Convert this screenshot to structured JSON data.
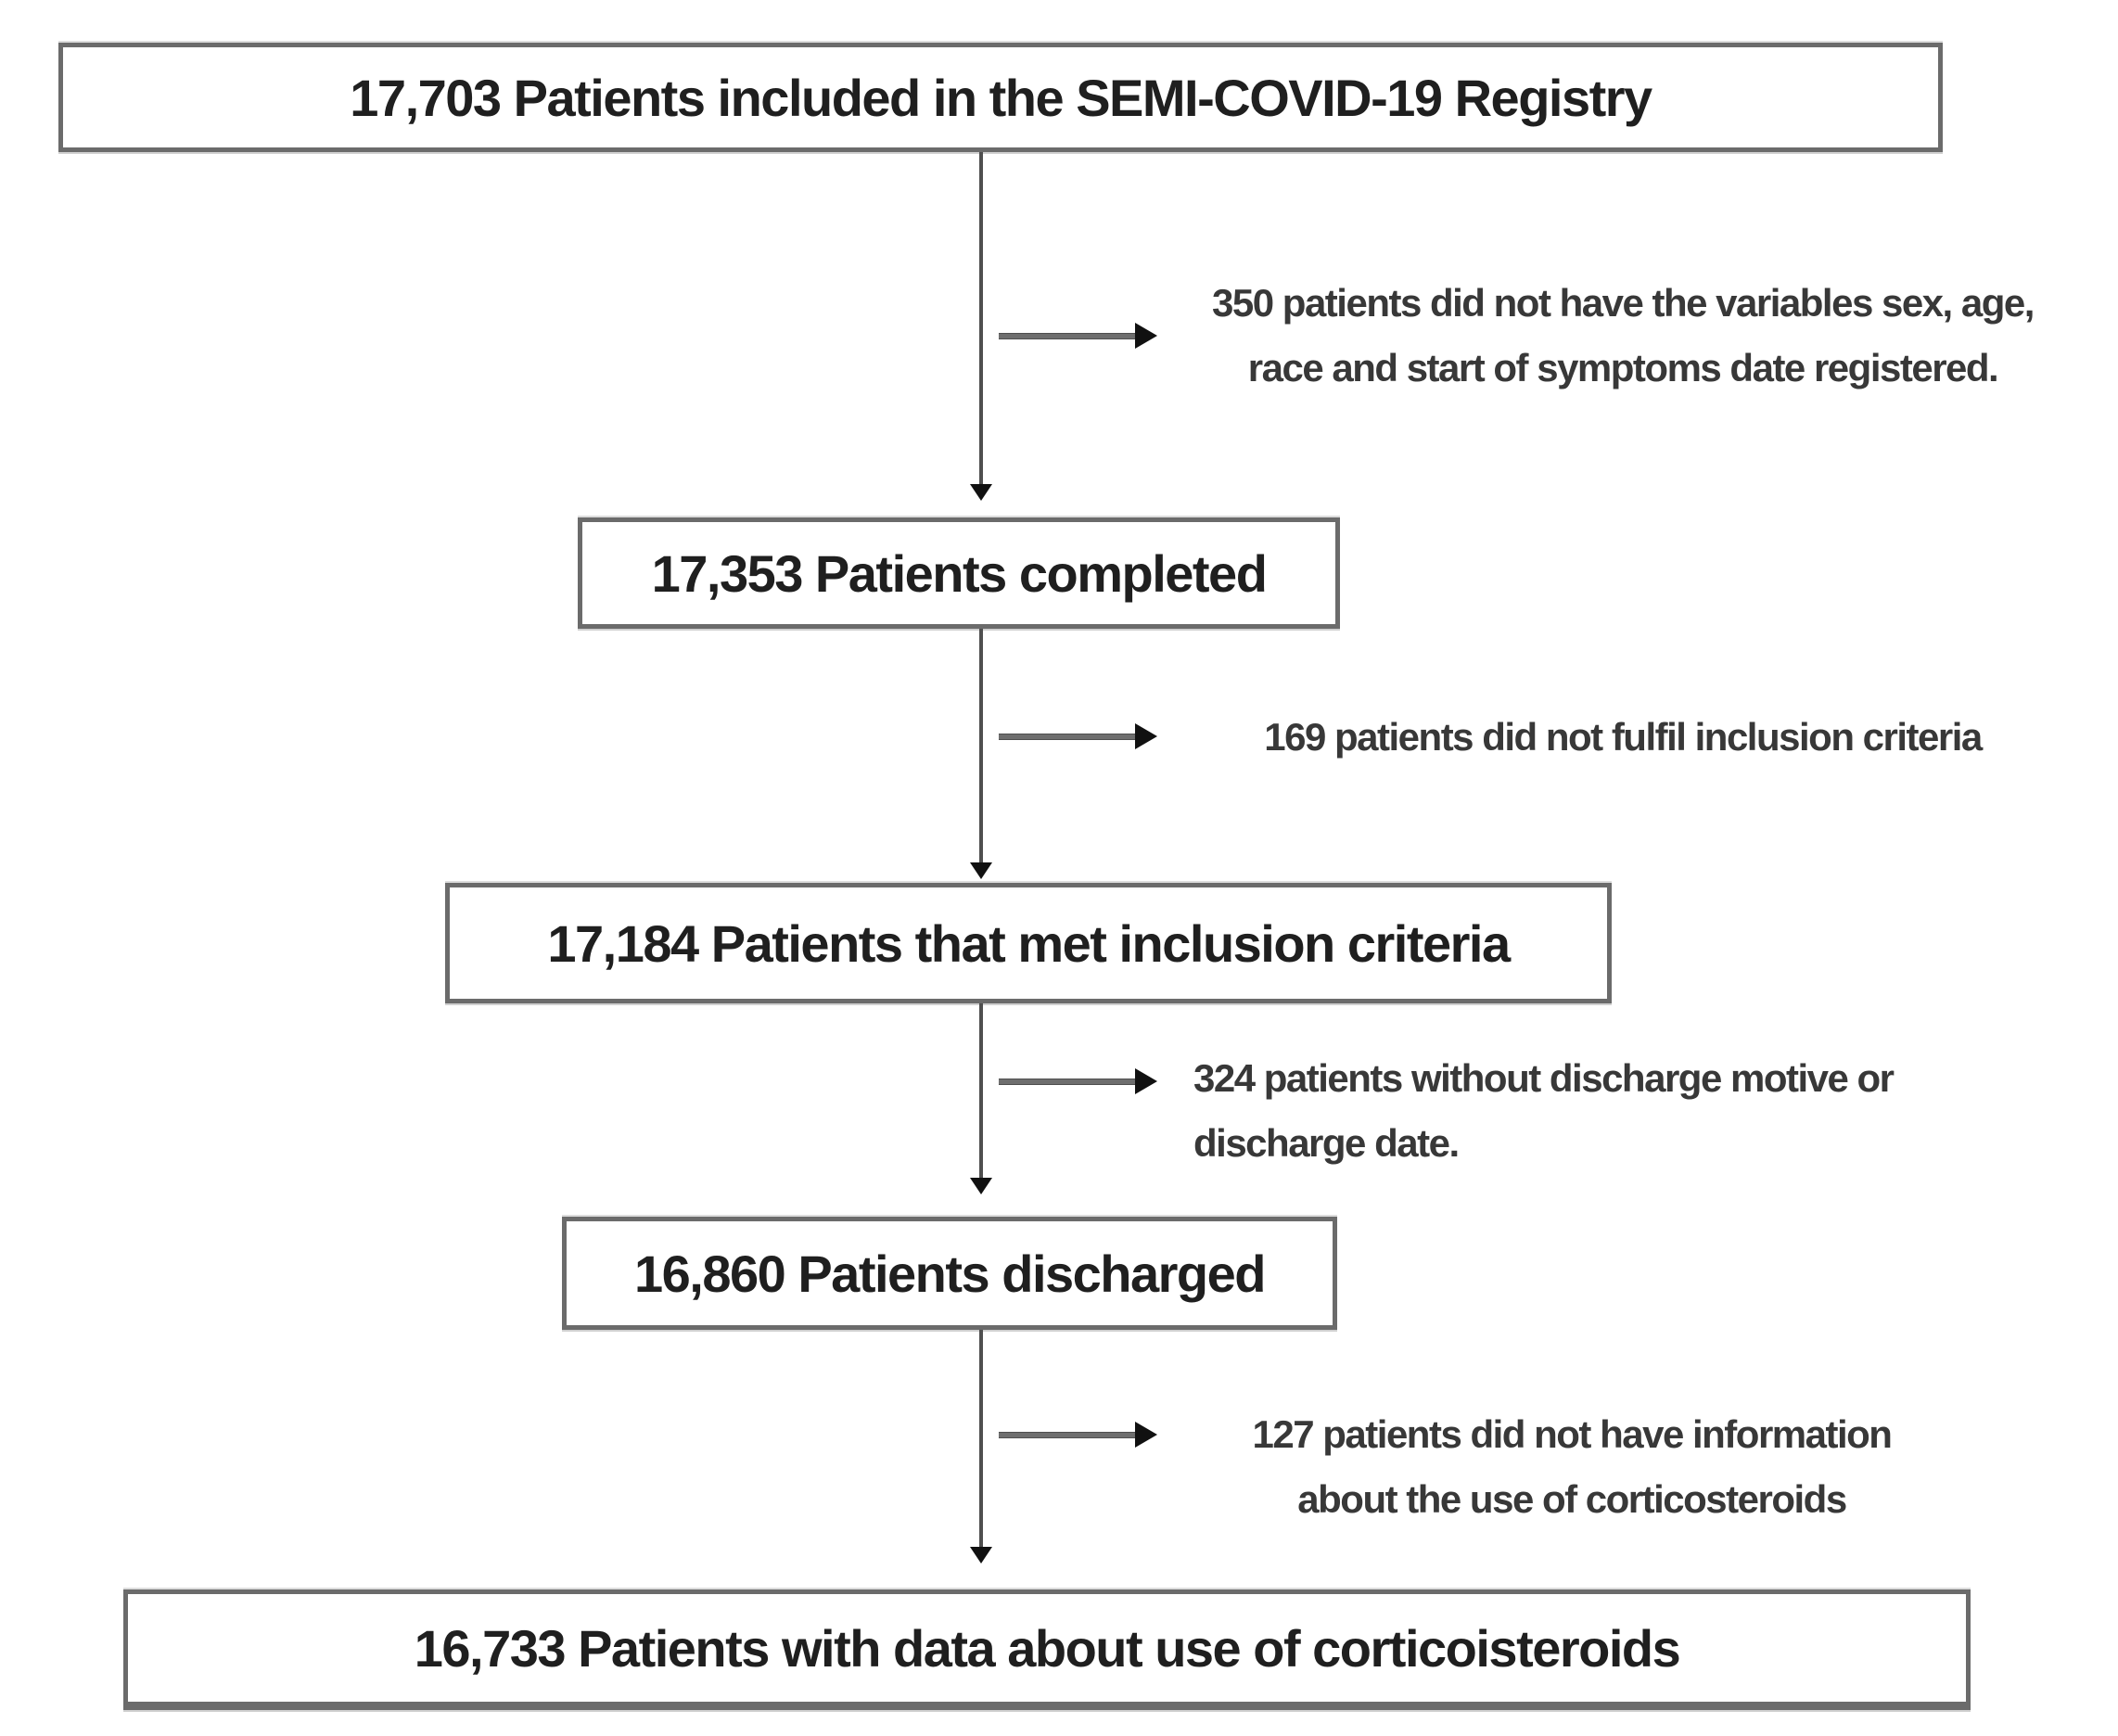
{
  "diagram": {
    "type": "patient-flow-chart",
    "boxes": {
      "registry": "17,703 Patients included in the SEMI-COVID-19 Registry",
      "completed": "17,353 Patients completed",
      "inclusion": "17,184 Patients that met inclusion criteria",
      "discharged": "16,860 Patients discharged",
      "corticosteroid_data": "16,733 Patients with data about use of corticoisteroids"
    },
    "exclusions": {
      "no_variables": "350 patients did not have the variables sex, age,\nrace and start of symptoms date registered.",
      "not_fulfil_criteria": "169 patients did not fulfil inclusion criteria",
      "no_discharge_info": "324 patients without discharge motive or\ndischarge date.",
      "no_corticosteroid_info": "127 patients did not have information\nabout the use of corticosteroids"
    },
    "colors": {
      "background": "#ffffff",
      "box_border": "#6b6b6b",
      "box_text": "#1f1f1f",
      "annotation_text": "#383838",
      "arrow_line": "#4f4f4f",
      "arrow_head": "#111111"
    }
  }
}
